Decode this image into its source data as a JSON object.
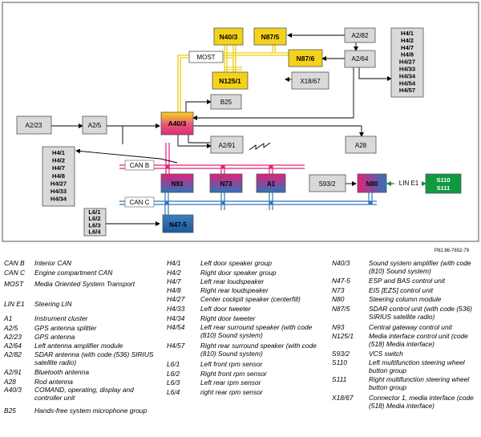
{
  "diagram": {
    "reference": "P82.86-7652-79",
    "nodes": {
      "n40_3": "N40/3",
      "n87_5": "N87/5",
      "a2_82": "A2/82",
      "most": "MOST",
      "n87_6": "N87/6",
      "a2_64": "A2/64",
      "n125_1": "N125/1",
      "x18_67": "X18/67",
      "b25": "B25",
      "a2_23": "A2/23",
      "a2_5": "A2/5",
      "a40_3": "A40/3",
      "a2_91": "A2/91",
      "a28": "A28",
      "can_b": "CAN B",
      "n93": "N93",
      "n73": "N73",
      "a1": "A1",
      "s93_2": "S93/2",
      "n80": "N80",
      "lin_e1": "LIN E1",
      "s110": "S110",
      "s111": "S111",
      "can_c": "CAN C",
      "n47_5": "N47-5"
    },
    "speaker_group_right": [
      "H4/1",
      "H4/2",
      "H4/7",
      "H4/8",
      "H4/27",
      "H4/33",
      "H4/34",
      "H4/54",
      "H4/57"
    ],
    "speaker_group_left": [
      "H4/1",
      "H4/2",
      "H4/7",
      "H4/8",
      "H4/27",
      "H4/33",
      "H4/34"
    ],
    "sensor_group": [
      "L6/1",
      "L6/2",
      "L6/3",
      "L6/4"
    ]
  },
  "legend": {
    "col1": [
      {
        "code": "CAN B",
        "desc": "Interior CAN"
      },
      {
        "code": "CAN C",
        "desc": "Engine compartment CAN"
      },
      {
        "code": "MOST",
        "desc": "Media Oriented System Transport"
      },
      {
        "code": "LIN E1",
        "desc": "Steering LIN"
      },
      {
        "code": "A1",
        "desc": "Instrument cluster"
      },
      {
        "code": "A2/5",
        "desc": "GPS antenna splitter"
      },
      {
        "code": "A2/23",
        "desc": "GPS antenna"
      },
      {
        "code": "A2/64",
        "desc": "Left antenna amplifier module"
      },
      {
        "code": "A2/82",
        "desc": "SDAR antenna (with code (536) SIRIUS satellite radio)"
      },
      {
        "code": "A2/91",
        "desc": "Bluetooth antenna"
      },
      {
        "code": "A28",
        "desc": "Rod antenna"
      },
      {
        "code": "A40/3",
        "desc": "COMAND, operating, display and controller unit"
      },
      {
        "code": "B25",
        "desc": "Hands-free system microphone group"
      }
    ],
    "col2": [
      {
        "code": "H4/1",
        "desc": "Left door speaker group"
      },
      {
        "code": "H4/2",
        "desc": "Right door speaker group"
      },
      {
        "code": "H4/7",
        "desc": "Left rear loudspeaker"
      },
      {
        "code": "H4/8",
        "desc": "Right rear loudspeaker"
      },
      {
        "code": "H4/27",
        "desc": "Center cockpit speaker (centerfill)"
      },
      {
        "code": "H4/33",
        "desc": "Left door tweeter"
      },
      {
        "code": "H4/34",
        "desc": "Right door tweeter"
      },
      {
        "code": "H4/54",
        "desc": "Left rear surround speaker (with code (810) Sound system)"
      },
      {
        "code": "H4/57",
        "desc": "Right rear surround speaker (with code (810) Sound system)"
      },
      {
        "code": "L6/1",
        "desc": "Left front rpm sensor"
      },
      {
        "code": "L6/2",
        "desc": "Right front rpm sensor"
      },
      {
        "code": "L6/3",
        "desc": "Left rear rpm sensor"
      },
      {
        "code": "L6/4",
        "desc": "right rear rpm sensor"
      }
    ],
    "col3": [
      {
        "code": "N40/3",
        "desc": "Sound system amplifier (with code (810) Sound system)"
      },
      {
        "code": "N47-5",
        "desc": "ESP and BAS control unit"
      },
      {
        "code": "N73",
        "desc": "EIS [EZS] control unit"
      },
      {
        "code": "N80",
        "desc": "Steering column module"
      },
      {
        "code": "N87/5",
        "desc": "SDAR control unit (with code (536) SIRIUS satellite radio)"
      },
      {
        "code": "N93",
        "desc": "Central gateway control unit"
      },
      {
        "code": "N125/1",
        "desc": "Media interface control unit (code (518) Media interface)"
      },
      {
        "code": "S93/2",
        "desc": "VCS switch"
      },
      {
        "code": "S110",
        "desc": "Left multifunction steering wheel button group"
      },
      {
        "code": "S111",
        "desc": "Right multifunction steering wheel button group"
      },
      {
        "code": "X18/67",
        "desc": "Connector 1, media interface (code (518) Media interface)"
      }
    ]
  }
}
